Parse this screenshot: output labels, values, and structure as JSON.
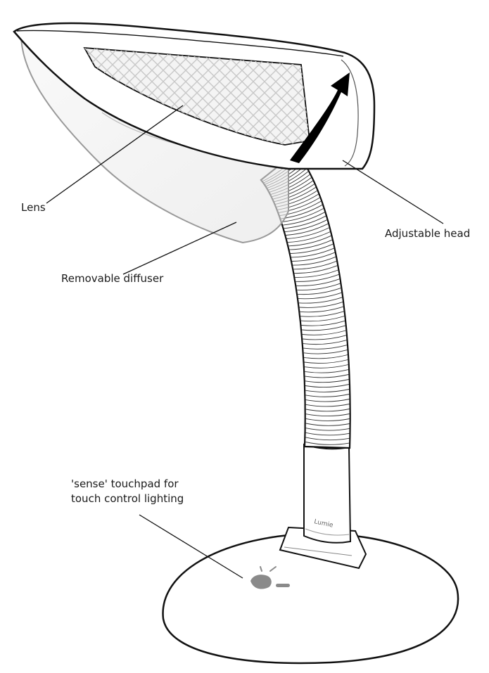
{
  "labels": {
    "lens": "Lens",
    "adjustable_head": "Adjustable head",
    "removable_diffuser": "Removable diffuser",
    "sense_line1": "'sense' touchpad for",
    "sense_line2": "touch control lighting"
  },
  "brand": "Lumie",
  "colors": {
    "outline": "#111111",
    "diffuser": "#999999",
    "grid": "#c8c8c8",
    "arrow": "#000000",
    "touchpad": "#8a8a8a"
  }
}
